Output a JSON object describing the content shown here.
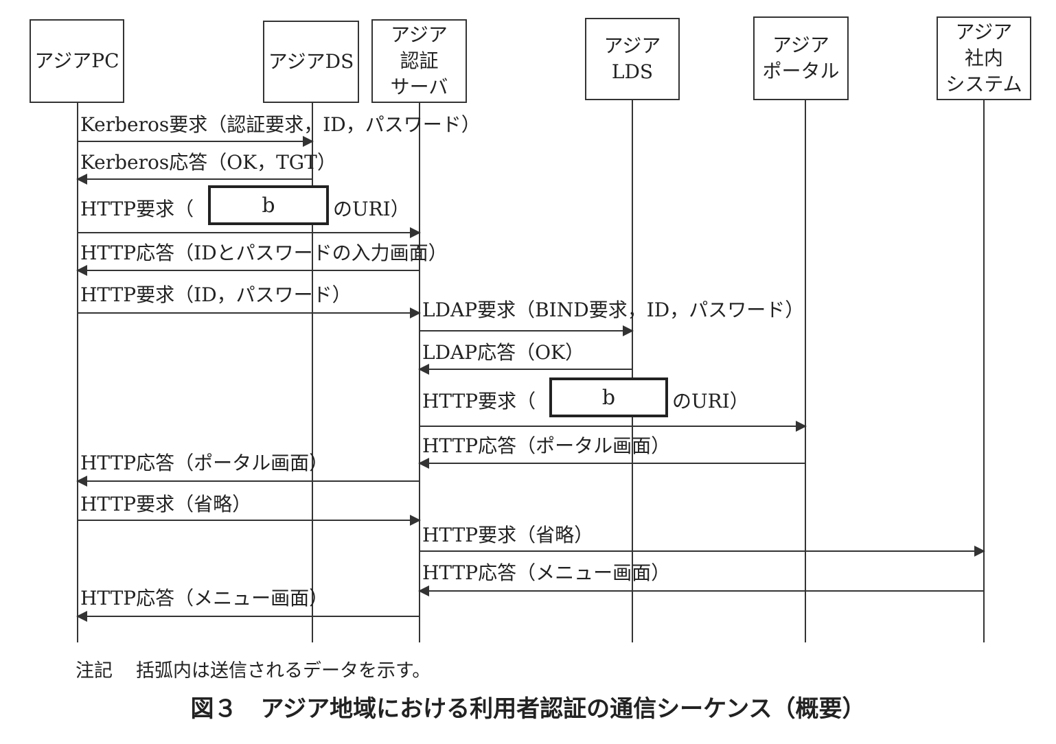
{
  "participants": [
    {
      "name": "アジアPC"
    },
    {
      "name": "アジアDS"
    },
    {
      "name": "アジア\n認証\nサーバ"
    },
    {
      "name": "アジア\nLDS"
    },
    {
      "name": "アジア\nポータル"
    },
    {
      "name": "アジア\n社内\nシステム"
    }
  ],
  "messages": [
    {
      "label": "Kerberos要求（認証要求，ID，パスワード）",
      "from": "アジアPC",
      "to": "アジアDS"
    },
    {
      "label": "Kerberos応答（OK，TGT）",
      "from": "アジアDS",
      "to": "アジアPC"
    },
    {
      "label": "HTTP要求（",
      "suffix": "のURI）",
      "blank": "b",
      "from": "アジアPC",
      "to": "アジア認証サーバ"
    },
    {
      "label": "HTTP応答（IDとパスワードの入力画面）",
      "from": "アジア認証サーバ",
      "to": "アジアPC"
    },
    {
      "label": "HTTP要求（ID，パスワード）",
      "from": "アジアPC",
      "to": "アジア認証サーバ"
    },
    {
      "label": "LDAP要求（BIND要求，ID，パスワード）",
      "from": "アジア認証サーバ",
      "to": "アジアLDS"
    },
    {
      "label": "LDAP応答（OK）",
      "from": "アジアLDS",
      "to": "アジア認証サーバ"
    },
    {
      "label": "HTTP要求（",
      "suffix": "のURI）",
      "blank": "b",
      "from": "アジア認証サーバ",
      "to": "アジアポータル"
    },
    {
      "label": "HTTP応答（ポータル画面）",
      "from": "アジアポータル",
      "to": "アジア認証サーバ"
    },
    {
      "label": "HTTP応答（ポータル画面）",
      "from": "アジア認証サーバ",
      "to": "アジアPC"
    },
    {
      "label": "HTTP要求（省略）",
      "from": "アジアPC",
      "to": "アジア認証サーバ"
    },
    {
      "label": "HTTP要求（省略）",
      "from": "アジア認証サーバ",
      "to": "アジア社内システム"
    },
    {
      "label": "HTTP応答（メニュー画面）",
      "from": "アジア社内システム",
      "to": "アジア認証サーバ"
    },
    {
      "label": "HTTP応答（メニュー画面）",
      "from": "アジア認証サーバ",
      "to": "アジアPC"
    }
  ],
  "note": {
    "label": "注記",
    "text": "括弧内は送信されるデータを示す。"
  },
  "caption": "図３　アジア地域における利用者認証の通信シーケンス（概要）"
}
